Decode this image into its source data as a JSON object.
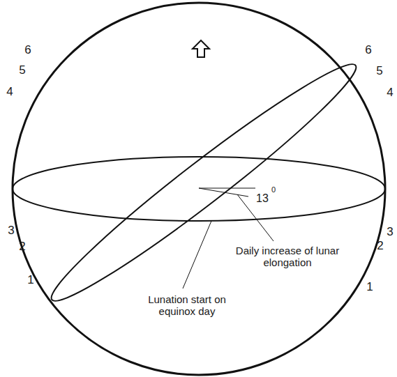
{
  "diagram": {
    "labels": [
      "6",
      "5",
      "4",
      "3",
      "2",
      "1",
      "6",
      "5",
      "4",
      "3",
      "2",
      "1",
      "13",
      "0",
      "Daily increase of lunar elongation",
      "Lunation start on equinox day"
    ]
  }
}
